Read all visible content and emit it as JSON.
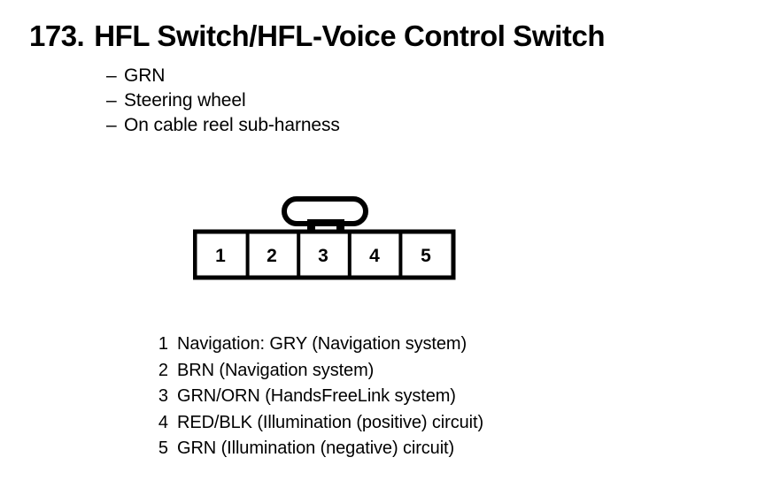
{
  "page": {
    "background_color": "#ffffff",
    "ink_color": "#000000"
  },
  "header": {
    "number": "173.",
    "title": "HFL Switch/HFL-Voice Control Switch"
  },
  "subtitles": [
    {
      "dash": "–",
      "label": "GRN"
    },
    {
      "dash": "–",
      "label": "Steering wheel"
    },
    {
      "dash": "–",
      "label": "On cable reel sub-harness"
    }
  ],
  "connector": {
    "name": "5-pin-connector",
    "pin_count": 5,
    "cavity_labels": [
      "1",
      "2",
      "3",
      "4",
      "5"
    ],
    "has_locking_tab": true,
    "tab_shape": "stadium-outline-with-stem"
  },
  "pin_legend": [
    {
      "number": "1",
      "description": "Navigation: GRY (Navigation system)"
    },
    {
      "number": "2",
      "description": "BRN (Navigation system)"
    },
    {
      "number": "3",
      "description": "GRN/ORN (HandsFreeLink system)"
    },
    {
      "number": "4",
      "description": "RED/BLK (Illumination (positive) circuit)"
    },
    {
      "number": "5",
      "description": "GRN (Illumination (negative) circuit)"
    }
  ]
}
